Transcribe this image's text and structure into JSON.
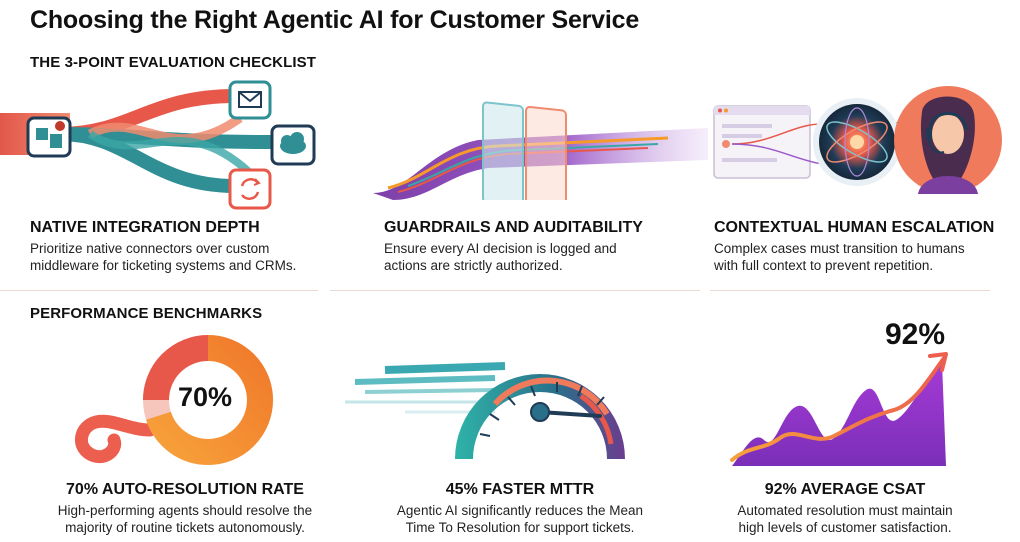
{
  "title": "Choosing the Right Agentic AI for Customer Service",
  "checklist": {
    "heading": "THE 3-POINT EVALUATION CHECKLIST",
    "items": [
      {
        "title": "NATIVE INTEGRATION DEPTH",
        "desc_line1": "Prioritize native connectors over custom",
        "desc_line2": "middleware for ticketing systems and CRMs.",
        "icons": [
          "puzzle-icon",
          "email-icon",
          "cloud-icon",
          "sync-icon"
        ]
      },
      {
        "title": "GUARDRAILS AND AUDITABILITY",
        "desc_line1": "Ensure every AI decision is logged and",
        "desc_line2": "actions are strictly authorized."
      },
      {
        "title": "CONTEXTUAL HUMAN ESCALATION",
        "desc_line1": "Complex cases must transition to humans",
        "desc_line2": "with full context to prevent repetition.",
        "icons": [
          "ai-core-icon",
          "support-agent-icon"
        ]
      }
    ]
  },
  "benchmarks": {
    "heading": "PERFORMANCE BENCHMARKS",
    "items": [
      {
        "value_label": "70%",
        "value": 70,
        "title": "70% AUTO-RESOLUTION RATE",
        "desc_line1": "High-performing agents should resolve the",
        "desc_line2": "majority of routine tickets autonomously."
      },
      {
        "title": "45% FASTER MTTR",
        "value": 45,
        "desc_line1": "Agentic AI significantly reduces the Mean",
        "desc_line2": "Time To Resolution for support tickets."
      },
      {
        "value_label": "92%",
        "value": 92,
        "title": "92% AVERAGE CSAT",
        "desc_line1": "Automated resolution must maintain",
        "desc_line2": "high levels of customer satisfaction."
      }
    ]
  },
  "colors": {
    "coral": "#e8584a",
    "teal": "#2f8f95",
    "orange": "#f59a2b",
    "purple": "#8b2fc9",
    "magenta": "#b73ad6",
    "navy": "#1f3b56"
  }
}
